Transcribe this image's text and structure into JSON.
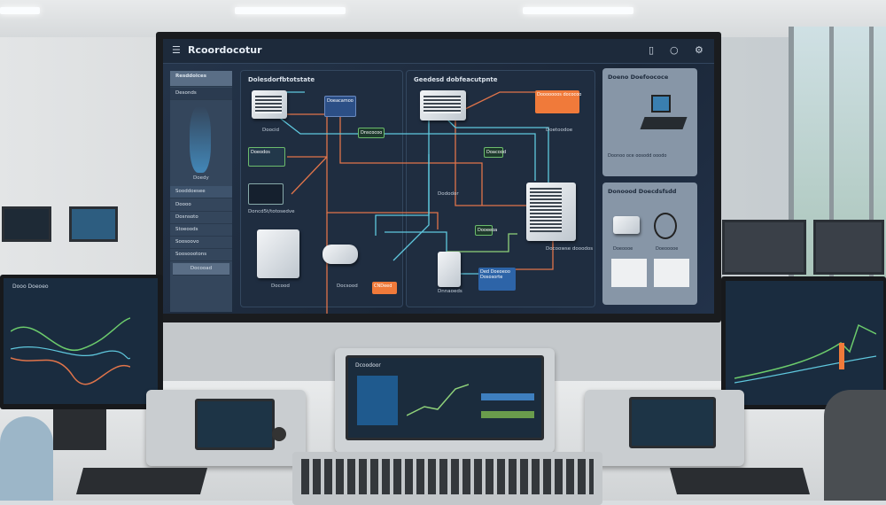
{
  "main_screen": {
    "app_title": "Rcoordocotur",
    "header_icons": [
      "bookmark-icon",
      "circle-icon",
      "settings-icon"
    ],
    "sidebar": {
      "header": "Resddoices",
      "items": [
        "Desonds",
        "Doedy",
        "Sooddoesee",
        "Doooo",
        "Dosnsoto",
        "Stoeoods",
        "Soosoovo",
        "Soosoootons"
      ],
      "button": "Docooad"
    },
    "panel_left": {
      "title": "Dolesdorfbtotstate",
      "labels": [
        "Doocid",
        "Doeodos",
        "Doncd5t/totosedve",
        "Docood",
        "Docsood"
      ],
      "boxes": [
        "Doeacamoo",
        "Dnscocoo",
        "CNDeed"
      ]
    },
    "panel_center": {
      "title": "Geedesd dobfeacutpnte",
      "labels": [
        "Doetoodoe",
        "Dododor",
        "Docoowse dooodos",
        "Dnnaoeds"
      ],
      "boxes": [
        "Dooooooos dococoo",
        "Doacood",
        "Dooeeoa",
        "Ded Doeoeoo Dososorte"
      ]
    },
    "panel_right_top": {
      "title": "Doeno Doefoococe",
      "text": "Doonoo oce oosodd ooodo"
    },
    "panel_right_bottom": {
      "title": "Donoood Doecdsfsdd",
      "labels": [
        "Doeoooe",
        "Doeooooe"
      ]
    }
  },
  "left_monitor": {
    "title": "Dooo Doeoeo"
  },
  "center_console": {
    "title": "Dcoodoor"
  },
  "colors": {
    "wire_orange": "#e0744a",
    "wire_cyan": "#5fc8de",
    "wire_green": "#8fd17a",
    "accent_orange": "#f07a3a"
  }
}
